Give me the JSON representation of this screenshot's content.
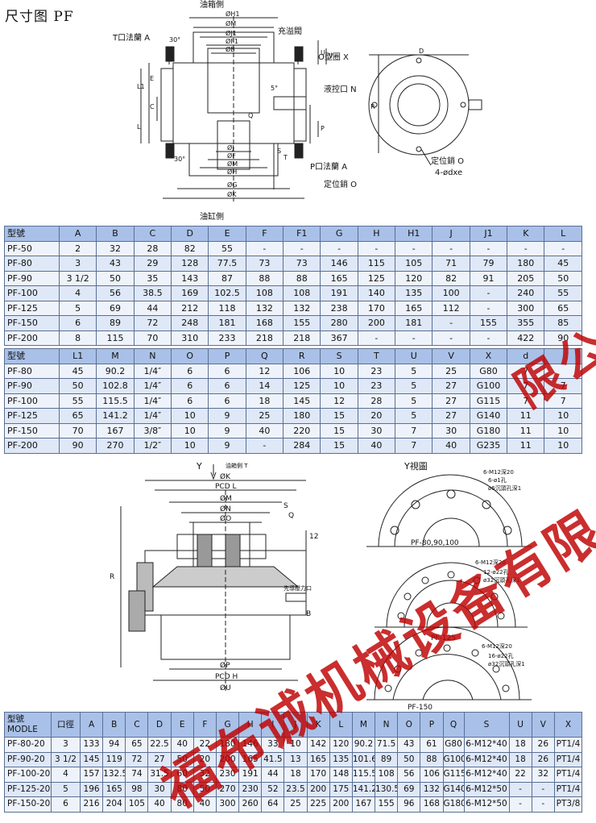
{
  "title": "尺寸图 PF",
  "top_drawing": {
    "oil_tank_side": "油箱側",
    "cylinder_side": "油缸側",
    "t_flange": "T口法蘭 A",
    "relief_valve": "充溢閥",
    "o_ring": "O型圈 X",
    "pilot_port": "液控口 N",
    "p_flange": "P口法蘭 A",
    "locating_pin": "定位銷 O",
    "locating_pin2": "定位銷 O",
    "bolt_spec": "4-ødxe",
    "angle_top": "30°",
    "angle_bottom": "30°",
    "angle_small": "5°",
    "dims_top": [
      "ØH1",
      "ØM",
      "ØJ1",
      "ØF1",
      "ØB"
    ],
    "dims_bottom": [
      "ØJ",
      "ØF",
      "ØM",
      "ØH",
      "ØG",
      "ØK"
    ],
    "dims_side": [
      "E",
      "L1",
      "C",
      "L",
      "U",
      "V",
      "P",
      "Q",
      "S",
      "T",
      "R",
      "D"
    ]
  },
  "table1": {
    "headers": [
      "型號",
      "A",
      "B",
      "C",
      "D",
      "E",
      "F",
      "F1",
      "G",
      "H",
      "H1",
      "J",
      "J1",
      "K",
      "L"
    ],
    "rows": [
      [
        "PF-50",
        "2",
        "32",
        "28",
        "82",
        "55",
        "-",
        "-",
        "-",
        "-",
        "-",
        "-",
        "-",
        "-",
        "-"
      ],
      [
        "PF-80",
        "3",
        "43",
        "29",
        "128",
        "77.5",
        "73",
        "73",
        "146",
        "115",
        "105",
        "71",
        "79",
        "180",
        "45"
      ],
      [
        "PF-90",
        "3 1/2",
        "50",
        "35",
        "143",
        "87",
        "88",
        "88",
        "165",
        "125",
        "120",
        "82",
        "91",
        "205",
        "50"
      ],
      [
        "PF-100",
        "4",
        "56",
        "38.5",
        "169",
        "102.5",
        "108",
        "108",
        "191",
        "140",
        "135",
        "100",
        "-",
        "240",
        "55"
      ],
      [
        "PF-125",
        "5",
        "69",
        "44",
        "212",
        "118",
        "132",
        "132",
        "238",
        "170",
        "165",
        "112",
        "-",
        "300",
        "65"
      ],
      [
        "PF-150",
        "6",
        "89",
        "72",
        "248",
        "181",
        "168",
        "155",
        "280",
        "200",
        "181",
        "-",
        "155",
        "355",
        "85"
      ],
      [
        "PF-200",
        "8",
        "115",
        "70",
        "310",
        "233",
        "218",
        "218",
        "367",
        "-",
        "-",
        "-",
        "-",
        "422",
        "90"
      ]
    ]
  },
  "table2": {
    "headers": [
      "型號",
      "L1",
      "M",
      "N",
      "O",
      "P",
      "Q",
      "R",
      "S",
      "T",
      "U",
      "V",
      "X",
      "d",
      ""
    ],
    "rows": [
      [
        "PF-80",
        "45",
        "90.2",
        "1/4″",
        "6",
        "6",
        "12",
        "106",
        "10",
        "23",
        "5",
        "25",
        "G80",
        "7",
        ""
      ],
      [
        "PF-90",
        "50",
        "102.8",
        "1/4″",
        "6",
        "6",
        "14",
        "125",
        "10",
        "23",
        "5",
        "27",
        "G100",
        "7",
        "7"
      ],
      [
        "PF-100",
        "55",
        "115.5",
        "1/4″",
        "6",
        "6",
        "18",
        "145",
        "12",
        "28",
        "5",
        "27",
        "G115",
        "7",
        "7"
      ],
      [
        "PF-125",
        "65",
        "141.2",
        "1/4″",
        "10",
        "9",
        "25",
        "180",
        "15",
        "20",
        "5",
        "27",
        "G140",
        "11",
        "10"
      ],
      [
        "PF-150",
        "70",
        "167",
        "3/8″",
        "10",
        "9",
        "40",
        "220",
        "15",
        "30",
        "7",
        "30",
        "G180",
        "11",
        "10"
      ],
      [
        "PF-200",
        "90",
        "270",
        "1/2″",
        "10",
        "9",
        "-",
        "284",
        "15",
        "40",
        "7",
        "40",
        "G235",
        "11",
        "10"
      ]
    ]
  },
  "bottom_drawing": {
    "y_arrow": "Y",
    "y_view": "Y視圖",
    "oil_tank": "油箱側 T",
    "dims": [
      "ØK",
      "PCD L",
      "ØM",
      "ØN",
      "ØO",
      "S",
      "Q",
      "R",
      "12",
      "ØP",
      "PCD H",
      "ØU",
      "B"
    ],
    "pilot": "先導壓力口",
    "labels": [
      {
        "model": "PF-80,90,100",
        "a": "6-M12深20",
        "b": "6-ø1孔",
        "c": "ø6沉頭孔深1"
      },
      {
        "model": "PF-125",
        "a": "6-M12深20",
        "b": "12-ø22孔",
        "c": "ø32沉頭孔深1"
      },
      {
        "model": "PF-150",
        "a": "6-M12深20",
        "b": "16-ø22孔",
        "c": "ø32沉頭孔深1"
      }
    ]
  },
  "table3": {
    "headers": [
      "型號 MODLE",
      "口徑",
      "A",
      "B",
      "C",
      "D",
      "E",
      "F",
      "G",
      "H",
      "I",
      "J",
      "K",
      "L",
      "M",
      "N",
      "O",
      "P",
      "Q",
      "S",
      "U",
      "V",
      "X"
    ],
    "rows": [
      [
        "PF-80-20",
        "3",
        "133",
        "94",
        "65",
        "22.5",
        "40",
        "22",
        "180",
        "146",
        "33",
        "10",
        "142",
        "120",
        "90.2",
        "71.5",
        "43",
        "61",
        "G80",
        "6-M12*40",
        "18",
        "26",
        "PT1/4"
      ],
      [
        "PF-90-20",
        "3 1/2",
        "145",
        "119",
        "72",
        "27",
        "50",
        "20",
        "200",
        "165",
        "41.5",
        "13",
        "165",
        "135",
        "101.6",
        "89",
        "50",
        "88",
        "G100",
        "6-M12*40",
        "18",
        "26",
        "PT1/4"
      ],
      [
        "PF-100-20",
        "4",
        "157",
        "132.5",
        "74",
        "31.5",
        "60",
        "32",
        "230",
        "191",
        "44",
        "18",
        "170",
        "148",
        "115.5",
        "108",
        "56",
        "106",
        "G115",
        "6-M12*40",
        "22",
        "32",
        "PT1/4"
      ],
      [
        "PF-125-20",
        "5",
        "196",
        "165",
        "98",
        "30",
        "80",
        "50",
        "270",
        "230",
        "52",
        "23.5",
        "200",
        "175",
        "141.2",
        "130.5",
        "69",
        "132",
        "G140",
        "6-M12*50",
        "-",
        "-",
        "PT1/4"
      ],
      [
        "PF-150-20",
        "6",
        "216",
        "204",
        "105",
        "40",
        "80",
        "40",
        "300",
        "260",
        "64",
        "25",
        "225",
        "200",
        "167",
        "155",
        "96",
        "168",
        "G180",
        "6-M12*50",
        "-",
        "-",
        "PT3/8"
      ]
    ]
  },
  "watermark": {
    "line1": "福布诚机械设备有限公司",
    "line2": "限公"
  },
  "colors": {
    "header": "#a9c1e8",
    "cell": "#dfe8f7",
    "watermark": "#c00000"
  }
}
